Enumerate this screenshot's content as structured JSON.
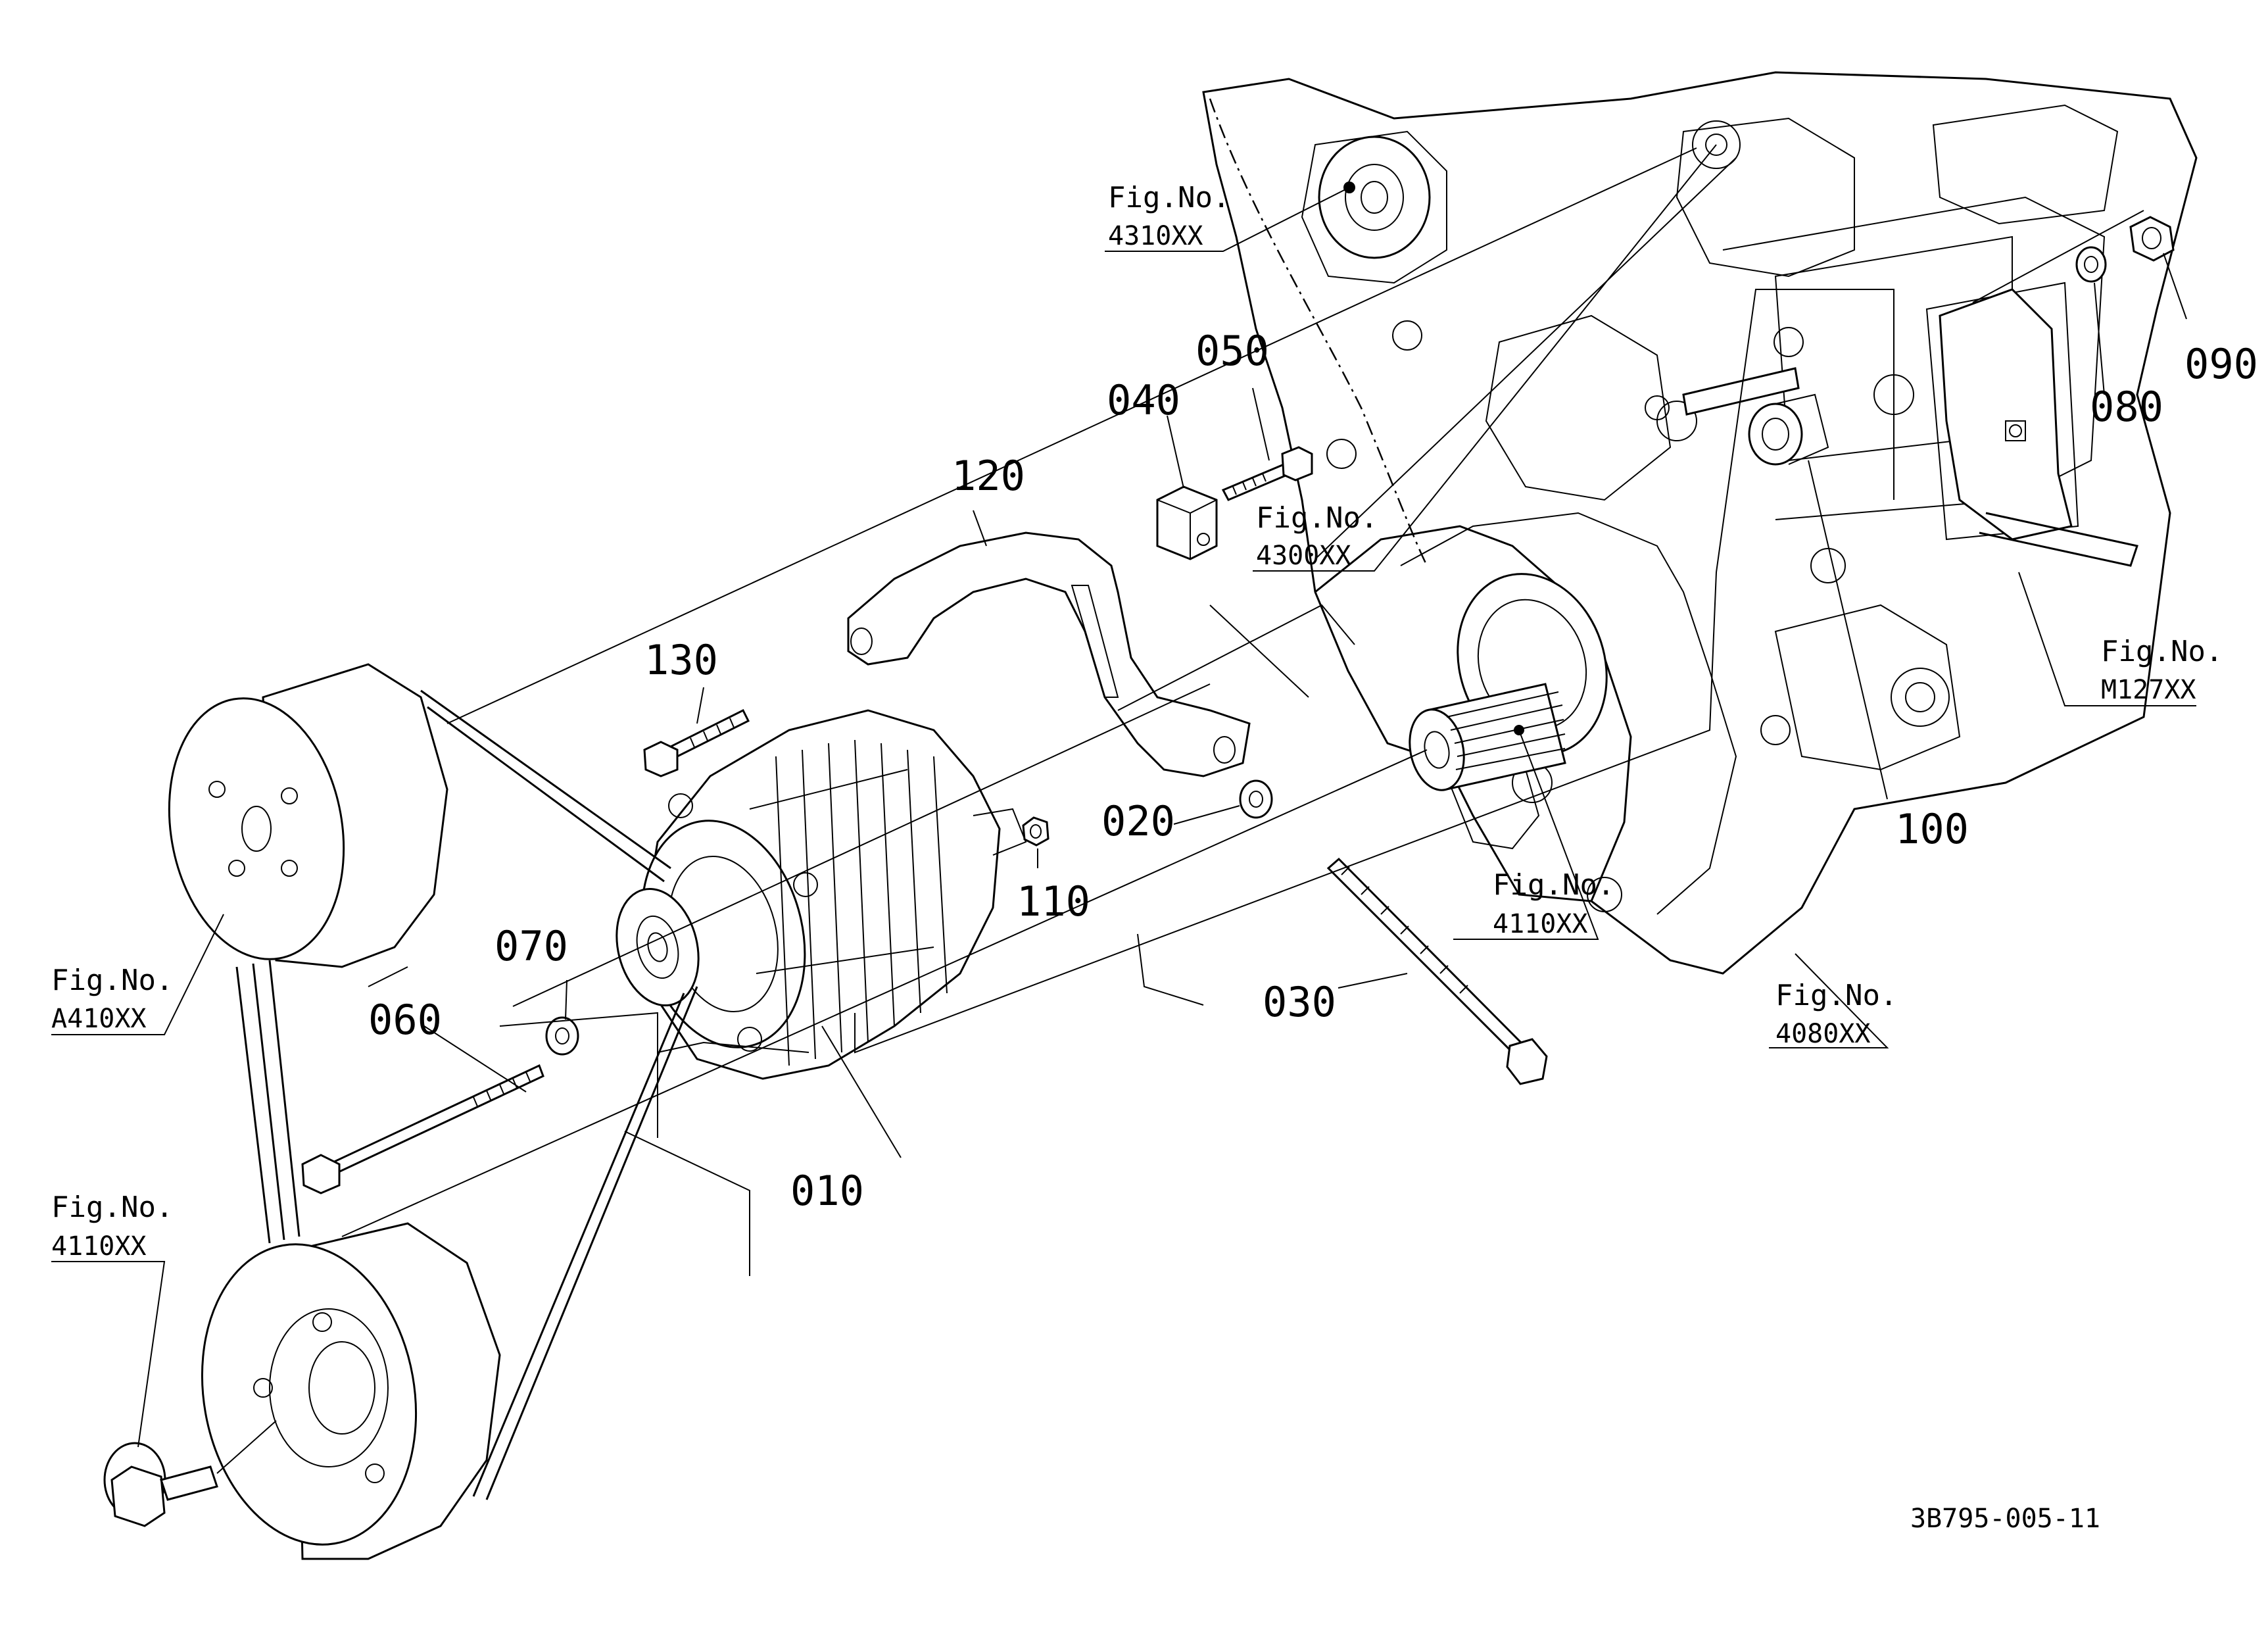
{
  "callouts": {
    "p010": "010",
    "p020": "020",
    "p030": "030",
    "p040": "040",
    "p050": "050",
    "p060": "060",
    "p070": "070",
    "p080": "080",
    "p090": "090",
    "p100": "100",
    "p110": "110",
    "p120": "120",
    "p130": "130"
  },
  "fig_refs": {
    "fig4310": {
      "label": "Fig.No.",
      "code": "4310XX"
    },
    "fig4300": {
      "label": "Fig.No.",
      "code": "4300XX"
    },
    "figM127": {
      "label": "Fig.No.",
      "code": "M127XX"
    },
    "figA410": {
      "label": "Fig.No.",
      "code": "A410XX"
    },
    "fig4110_mid": {
      "label": "Fig.No.",
      "code": "4110XX"
    },
    "fig4080": {
      "label": "Fig.No.",
      "code": "4080XX"
    },
    "fig4110_low": {
      "label": "Fig.No.",
      "code": "4110XX"
    }
  },
  "drawing_code": "3B795-005-11"
}
